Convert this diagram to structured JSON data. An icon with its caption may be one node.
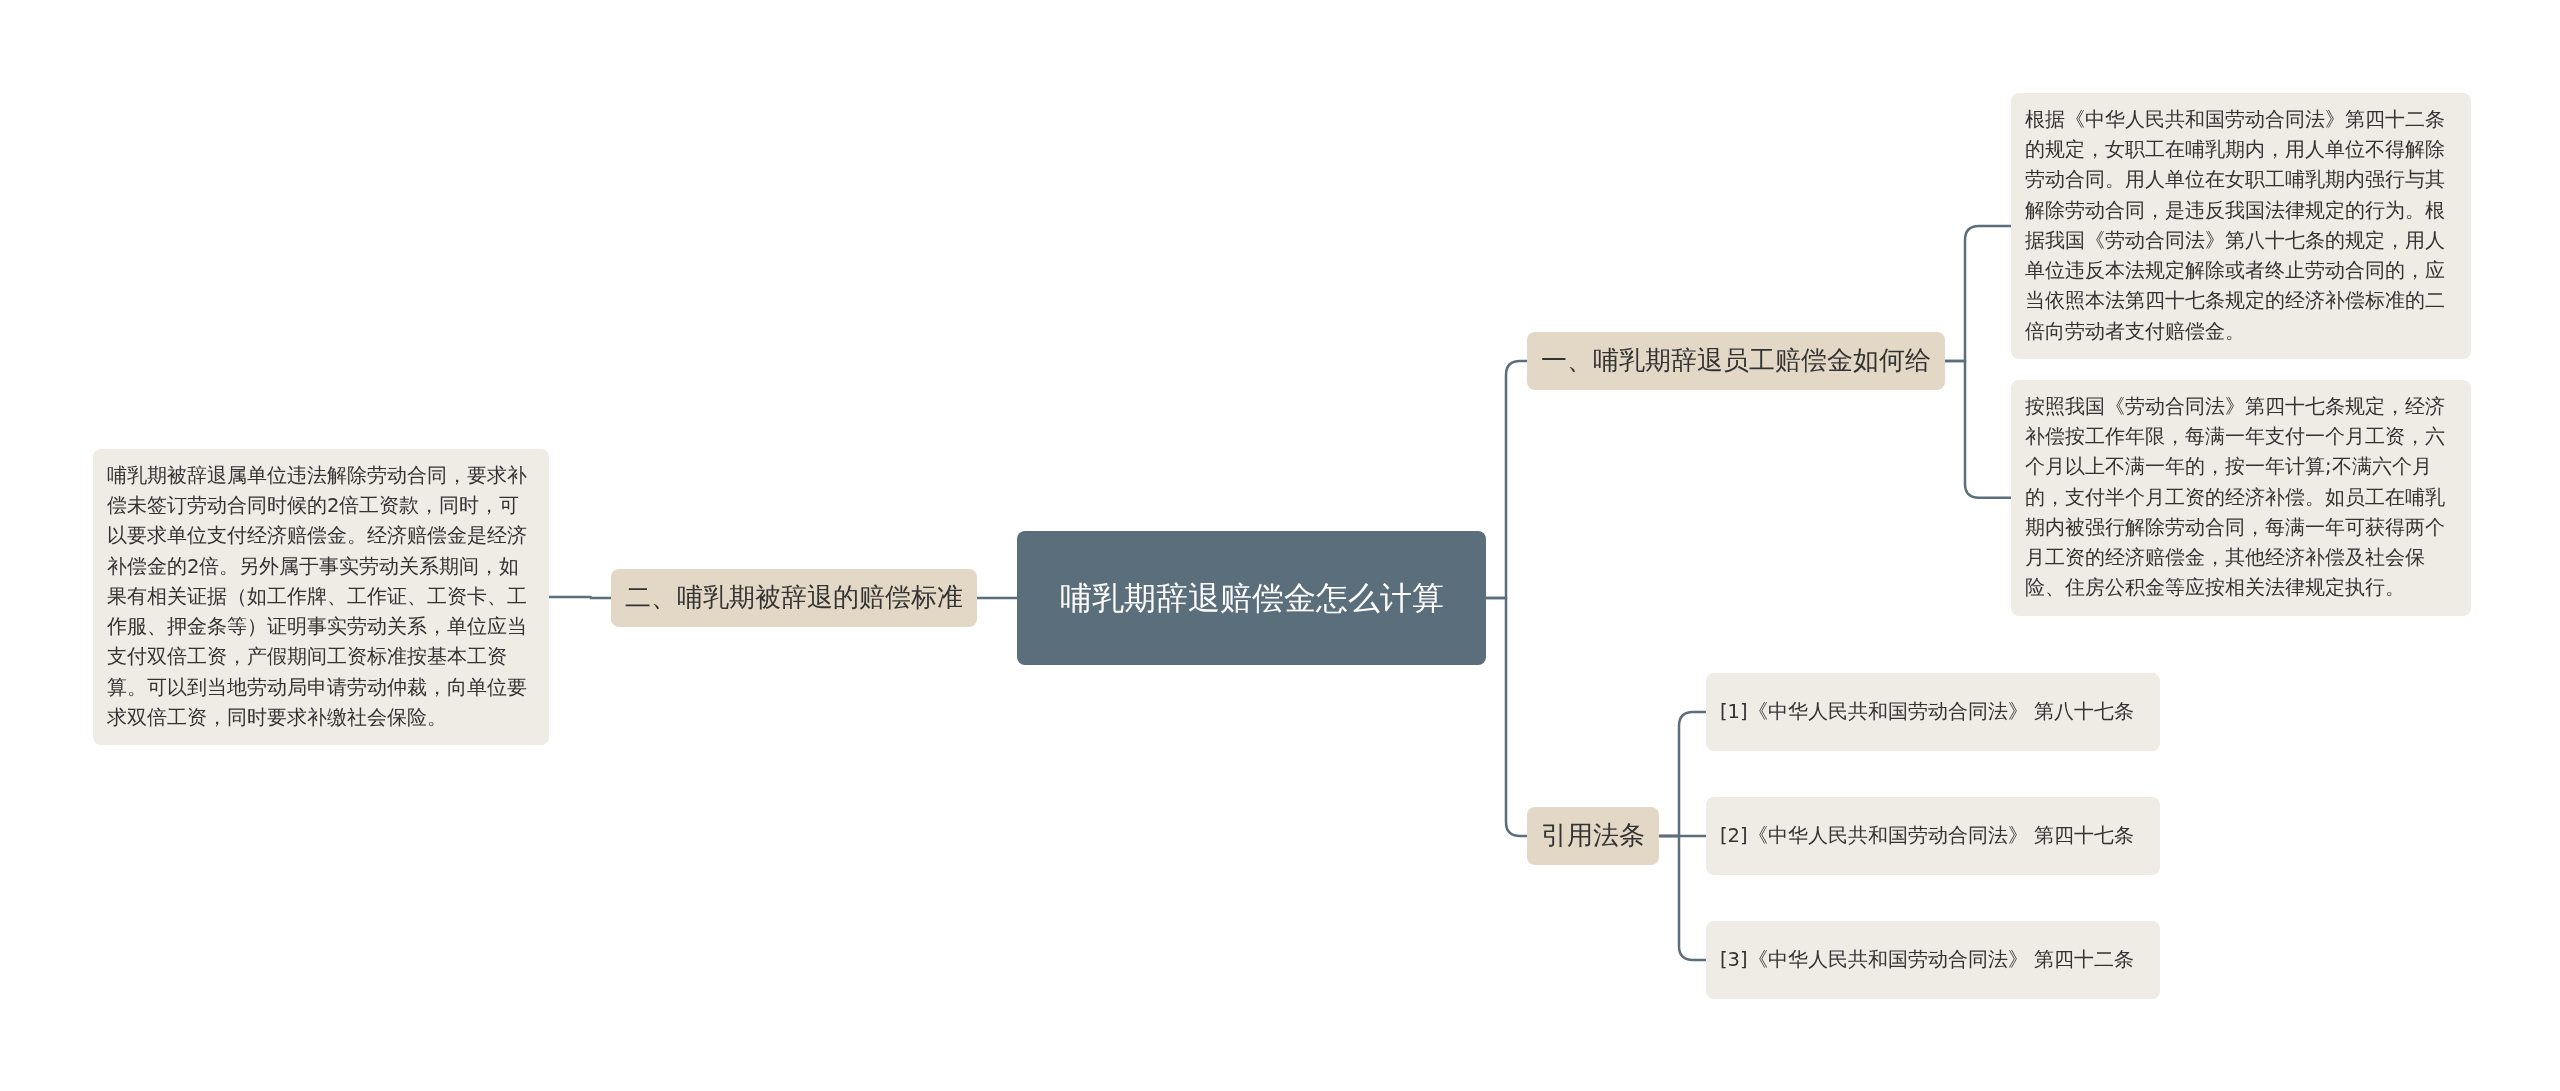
{
  "diagram": {
    "nodes": [
      {
        "text": [
          "哺乳期辞退赔偿金怎么计算"
        ]
      },
      {
        "text": [
          "一、哺乳期辞退员工赔偿金如何给"
        ]
      },
      {
        "text": [
          "根据《中华人民共和国劳动合同法》第四十二条的规定，女职工在哺乳期内，用人单位不得解除劳动合同。用人单位在女职工哺乳期内强行与其解除劳动合同，是违反我国法律规定的行为。根据我国《劳动合同法》第八十七条的规定，用人单位违反本法规定解除或者终止劳动合同的，应当依照本法第四十七条规定的经济补偿标准的二倍向劳动者支付赔偿金。"
        ]
      },
      {
        "text": [
          "按照我国《劳动合同法》第四十七条规定，经济补偿按工作年限，每满一年支付一个月工资，六个月以上不满一年的，按一年计算;不满六个月的，支付半个月工资的经济补偿。如员工在哺乳期内被强行解除劳动合同，每满一年可获得两个月工资的经济赔偿金，其他经济补偿及社会保险、住房公积金等应按相关法律规定执行。"
        ]
      },
      {
        "text": [
          "引用法条"
        ]
      },
      {
        "text": [
          "[1]《中华人民共和国劳动合同法》 第八十七条"
        ]
      },
      {
        "text": [
          "[2]《中华人民共和国劳动合同法》 第四十七条"
        ]
      },
      {
        "text": [
          "[3]《中华人民共和国劳动合同法》 第四十二条"
        ]
      },
      {
        "text": [
          "二、哺乳期被辞退的赔偿标准"
        ]
      },
      {
        "text": [
          "哺乳期被辞退属单位违法解除劳动合同，要求补偿未签订劳动合同时候的2倍工资款，同时，可以要求单位支付经济赔偿金。经济赔偿金是经济补偿金的2倍。另外属于事实劳动关系期间，如果有相关证据（如工作牌、工作证、工资卡、工作服、押金条等）证明事实劳动关系，单位应当支付双倍工资，产假期间工资标准按基本工资算。可以到当地劳动局申请劳动仲裁，向单位要求双倍工资，同时要求补缴社会保险。"
        ]
      }
    ],
    "edges": [
      {
        "from": 0,
        "to": 1,
        "arrow": "none"
      },
      {
        "from": 1,
        "to": 2,
        "arrow": "none"
      },
      {
        "from": 1,
        "to": 3,
        "arrow": "none"
      },
      {
        "from": 0,
        "to": 4,
        "arrow": "none"
      },
      {
        "from": 4,
        "to": 5,
        "arrow": "none"
      },
      {
        "from": 4,
        "to": 6,
        "arrow": "none"
      },
      {
        "from": 4,
        "to": 7,
        "arrow": "none"
      },
      {
        "from": 0,
        "to": 8,
        "arrow": "none"
      },
      {
        "from": 8,
        "to": 9,
        "arrow": "none"
      }
    ]
  }
}
